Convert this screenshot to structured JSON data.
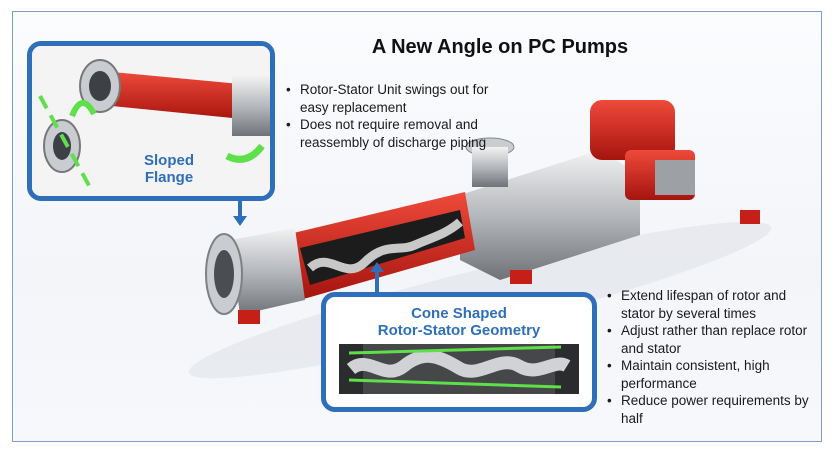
{
  "title": "A New Angle on PC Pumps",
  "top_bullets": [
    "Rotor-Stator Unit swings out for easy replacement",
    "Does not require removal and reassembly of discharge piping"
  ],
  "bottom_bullets": [
    "Extend lifespan of rotor and stator by several times",
    "Adjust rather than replace rotor and stator",
    "Maintain consistent, high performance",
    "Reduce power requirements by half"
  ],
  "callout_sloped_flange": {
    "line1": "Sloped",
    "line2": "Flange"
  },
  "callout_cone": {
    "line1": "Cone Shaped",
    "line2": "Rotor-Stator Geometry"
  },
  "colors": {
    "accent_blue": "#2f6fba",
    "pump_red": "#d42a22",
    "highlight_green": "#5ee04a"
  }
}
